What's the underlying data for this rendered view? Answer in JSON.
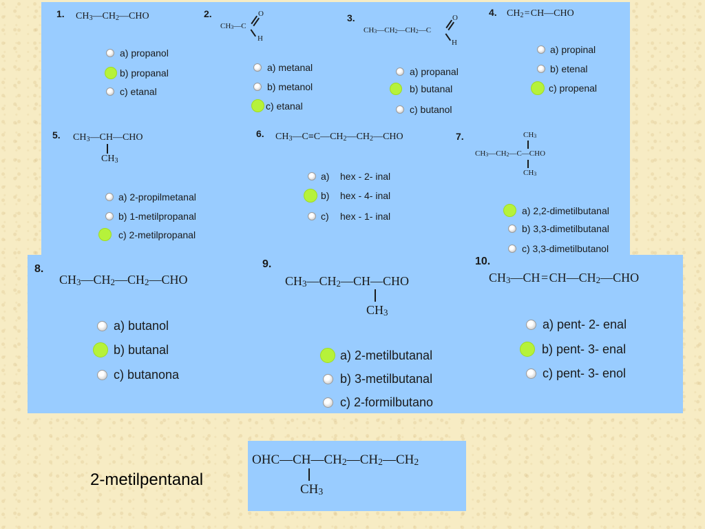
{
  "q1": {
    "num": "1.",
    "options": [
      "a) propanol",
      "b) propanal",
      "c) etanal"
    ]
  },
  "q2": {
    "num": "2.",
    "options": [
      "a) metanal",
      "b) metanol",
      "c) etanal"
    ]
  },
  "q3": {
    "num": "3.",
    "options": [
      "a) propanal",
      "b) butanal",
      "c) butanol"
    ]
  },
  "q4": {
    "num": "4.",
    "options": [
      "a) propinal",
      "b) etenal",
      "c) propenal"
    ]
  },
  "q5": {
    "num": "5.",
    "options": [
      "a) 2-propilmetanal",
      "b) 1-metilpropanal",
      "c) 2-metilpropanal"
    ]
  },
  "q6": {
    "num": "6.",
    "letters": [
      "a)",
      "b)",
      "c)"
    ],
    "options": [
      "hex - 2- inal",
      "hex - 4- inal",
      "hex - 1- inal"
    ]
  },
  "q7": {
    "num": "7.",
    "options": [
      "a) 2,2-dimetilbutanal",
      "b) 3,3-dimetilbutanal",
      "c) 3,3-dimetilbutanol"
    ]
  },
  "q8": {
    "num": "8.",
    "options": [
      "a) butanol",
      "b) butanal",
      "c) butanona"
    ]
  },
  "q9": {
    "num": "9.",
    "options": [
      "a) 2-metilbutanal",
      "b) 3-metilbutanal",
      "c) 2-formilbutano"
    ]
  },
  "q10": {
    "num": "10.",
    "options": [
      "a) pent- 2- enal",
      "b) pent- 3- enal",
      "c) pent- 3- enol"
    ]
  },
  "answer": {
    "text": "2-metilpentanal"
  },
  "colors": {
    "panel": "#99ccff",
    "selected_radio": "#b6f23a",
    "background": "#f7ecc4"
  }
}
